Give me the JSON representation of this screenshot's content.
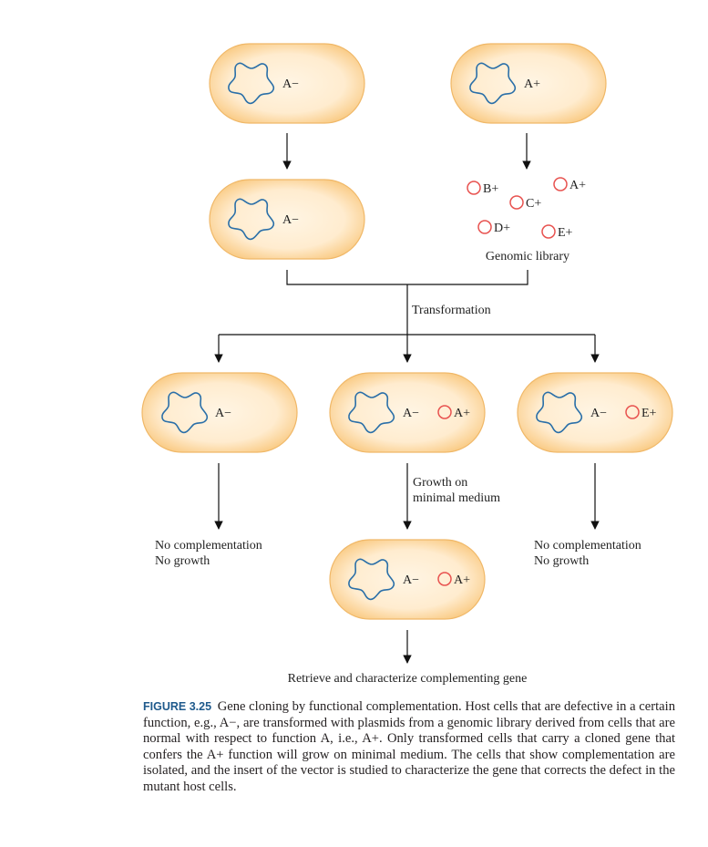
{
  "cells": {
    "top_left": {
      "chromosome": "A−"
    },
    "top_right": {
      "chromosome": "A+"
    },
    "mid_left": {
      "chromosome": "A−"
    },
    "row3_left": {
      "chromosome": "A−"
    },
    "row3_mid": {
      "chromosome": "A−",
      "plasmid": "A+"
    },
    "row3_right": {
      "chromosome": "A−",
      "plasmid": "E+"
    },
    "bottom": {
      "chromosome": "A−",
      "plasmid": "A+"
    }
  },
  "library": {
    "plasmids": [
      "B+",
      "A+",
      "C+",
      "D+",
      "E+"
    ],
    "label": "Genomic library"
  },
  "steps": {
    "transformation": "Transformation",
    "growth_line1": "Growth on",
    "growth_line2": "minimal medium",
    "final": "Retrieve and characterize complementing gene"
  },
  "outcomes": {
    "left_line1": "No complementation",
    "left_line2": "No growth",
    "right_line1": "No complementation",
    "right_line2": "No growth"
  },
  "caption": {
    "label": "FIGURE 3.25",
    "text": "Gene cloning by functional complementation. Host cells that are defective in a certain function, e.g., A−, are transformed with plasmids from a genomic library derived from cells that are normal with respect to function A, i.e., A+. Only transformed cells that carry a cloned gene that confers the A+ function will grow on minimal medium. The cells that show complementation are isolated, and the insert of the vector is studied to characterize the gene that corrects the defect in the mutant host cells."
  },
  "colors": {
    "cell_fill_center": "#fff1da",
    "cell_fill_edge": "#fbd08e",
    "chromosome": "#2a6fa8",
    "plasmid": "#e8524f",
    "caption_label": "#1f5a8c"
  }
}
